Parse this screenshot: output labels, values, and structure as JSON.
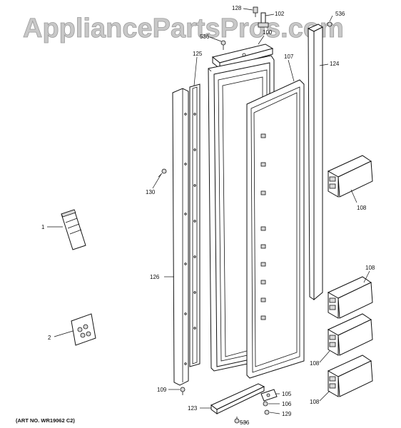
{
  "watermark": "AppliancePartsPros.com",
  "art_number": "(ART NO. WR19062 C2)",
  "callouts": {
    "c128": "128",
    "c102": "102",
    "c536_top_right": "536",
    "c536_top_left": "536",
    "c100": "100",
    "c125": "125",
    "c107": "107",
    "c124": "124",
    "c130": "130",
    "c108_a": "108",
    "c1": "1",
    "c126": "126",
    "c108_b": "108",
    "c2": "2",
    "c108_c": "108",
    "c108_d": "108",
    "c109": "109",
    "c105": "105",
    "c106": "106",
    "c123": "123",
    "c129": "129",
    "c536_bottom": "536"
  }
}
